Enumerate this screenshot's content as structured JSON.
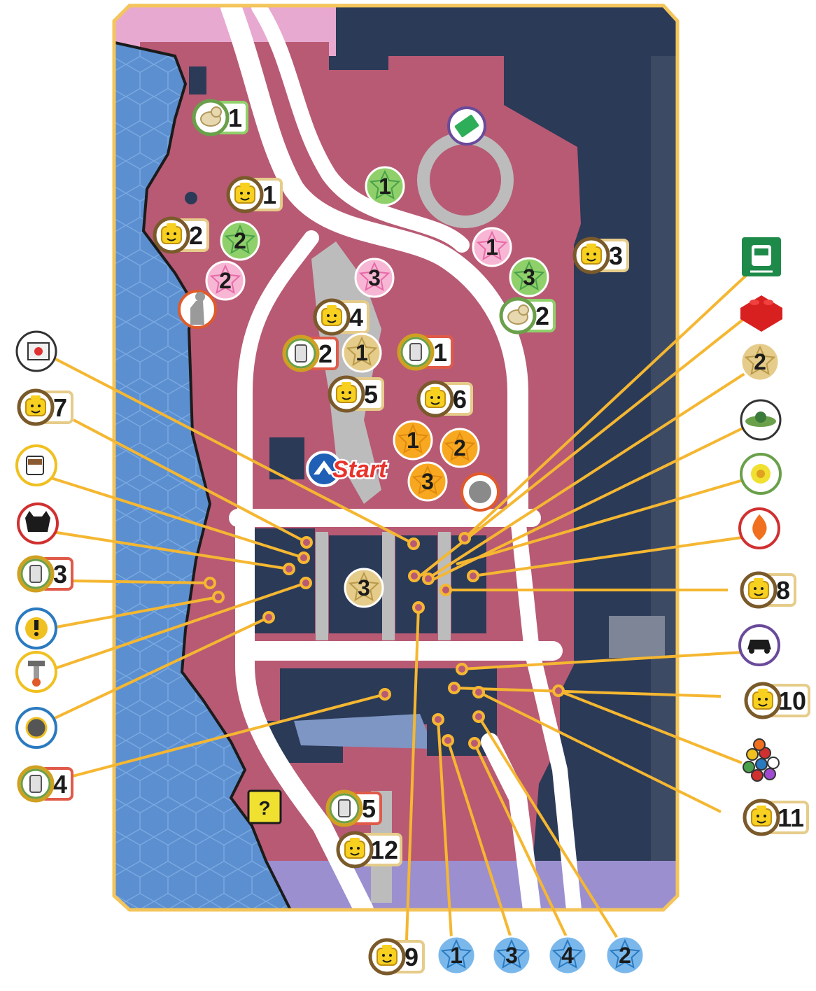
{
  "map": {
    "start_label": "Start",
    "colors": {
      "frame": "#f4c55a",
      "district": "#b85a74",
      "buildings": "#2b3a57",
      "water": "#5b8fd0",
      "roads": "#ffffff",
      "connector": "#f5b731",
      "north_zone": "#e8a9d0",
      "south_zone": "#9b8fd0"
    }
  },
  "markers": {
    "pet_1": {
      "icon": "dog-icon",
      "number": "1"
    },
    "minifig_1": {
      "icon": "minifig-head-icon",
      "number": "1"
    },
    "minifig_2": {
      "icon": "minifig-head-icon",
      "number": "2"
    },
    "green_star_1": {
      "icon": "green-star-icon",
      "number": "1"
    },
    "green_star_2": {
      "icon": "green-star-icon",
      "number": "2"
    },
    "green_star_3": {
      "icon": "green-star-icon",
      "number": "3"
    },
    "pink_star_1": {
      "icon": "pink-star-icon",
      "number": "1"
    },
    "pink_star_2": {
      "icon": "pink-star-icon",
      "number": "2"
    },
    "pink_star_3": {
      "icon": "pink-star-icon",
      "number": "3"
    },
    "minifig_3": {
      "icon": "minifig-head-icon",
      "number": "3"
    },
    "pet_2": {
      "icon": "dog-icon",
      "number": "2"
    },
    "minifig_4": {
      "icon": "minifig-head-icon",
      "number": "4"
    },
    "canister_2": {
      "icon": "canister-icon",
      "number": "2"
    },
    "gold_star_1": {
      "icon": "gold-star-icon",
      "number": "1"
    },
    "canister_1": {
      "icon": "canister-icon",
      "number": "1"
    },
    "minifig_5": {
      "icon": "minifig-head-icon",
      "number": "5"
    },
    "minifig_6": {
      "icon": "minifig-head-icon",
      "number": "6"
    },
    "orange_1": {
      "icon": "orange-star-icon",
      "number": "1"
    },
    "orange_2": {
      "icon": "orange-star-icon",
      "number": "2"
    },
    "orange_3": {
      "icon": "orange-star-icon",
      "number": "3"
    },
    "minifig_7": {
      "icon": "minifig-head-icon",
      "number": "7"
    },
    "canister_3": {
      "icon": "canister-icon",
      "number": "3"
    },
    "gold_star_3": {
      "icon": "gold-star-icon",
      "number": "3"
    },
    "gold_star_2": {
      "icon": "gold-star-icon",
      "number": "2"
    },
    "minifig_8": {
      "icon": "minifig-head-icon",
      "number": "8"
    },
    "minifig_10": {
      "icon": "minifig-head-icon",
      "number": "10"
    },
    "minifig_11": {
      "icon": "minifig-head-icon",
      "number": "11"
    },
    "canister_4": {
      "icon": "canister-icon",
      "number": "4"
    },
    "canister_5": {
      "icon": "canister-icon",
      "number": "5"
    },
    "minifig_12": {
      "icon": "minifig-head-icon",
      "number": "12"
    },
    "minifig_9": {
      "icon": "minifig-head-icon",
      "number": "9"
    },
    "blue_star_1": {
      "icon": "blue-star-icon",
      "number": "1"
    },
    "blue_star_3": {
      "icon": "blue-star-icon",
      "number": "3"
    },
    "blue_star_4": {
      "icon": "blue-star-icon",
      "number": "4"
    },
    "blue_star_2": {
      "icon": "blue-star-icon",
      "number": "2"
    }
  },
  "icon_markers": [
    "cash-icon",
    "statue-icon",
    "flag-icon",
    "coffee-cup-icon",
    "cat-mask-icon",
    "exclamation-icon",
    "jackhammer-icon",
    "vehicle-wheel-icon",
    "train-icon",
    "red-brick-icon",
    "alien-ship-icon",
    "flower-icon",
    "fire-icon",
    "car-icon",
    "stud-cluster-icon",
    "question-block-icon",
    "silver-ring-icon"
  ]
}
